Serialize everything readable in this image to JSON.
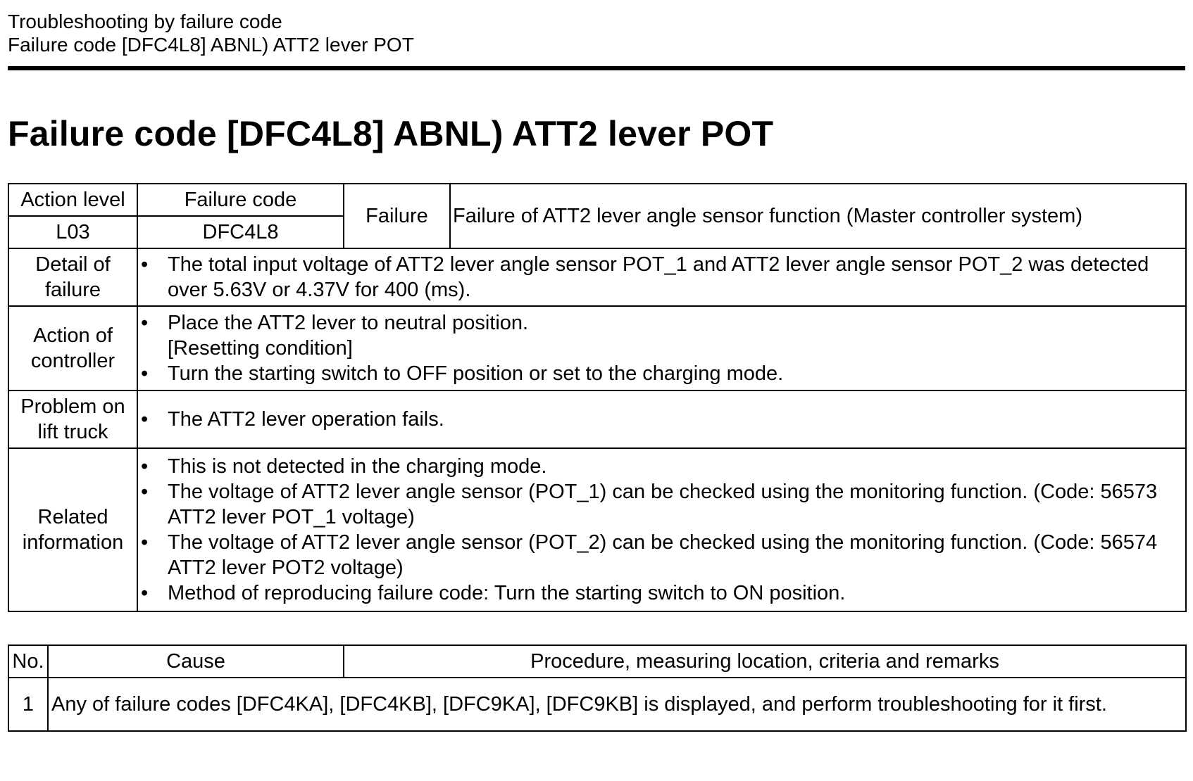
{
  "header": {
    "section": "Troubleshooting by failure code",
    "subsection": "Failure code [DFC4L8] ABNL) ATT2 lever POT"
  },
  "title": "Failure code [DFC4L8] ABNL) ATT2 lever POT",
  "info": {
    "action_level_label": "Action level",
    "action_level_value": "L03",
    "failure_code_label": "Failure code",
    "failure_code_value": "DFC4L8",
    "failure_label": "Failure",
    "failure_value": "Failure of ATT2 lever angle sensor function (Master controller system)",
    "rows": [
      {
        "label": "Detail of failure",
        "items": [
          {
            "type": "bullet",
            "text": "The total input voltage of ATT2 lever angle sensor POT_1 and ATT2 lever angle sensor POT_2 was detected over 5.63V or 4.37V for 400 (ms)."
          }
        ]
      },
      {
        "label": "Action of controller",
        "items": [
          {
            "type": "bullet",
            "text": "Place the ATT2 lever to neutral position."
          },
          {
            "type": "plain",
            "text": "[Resetting condition]"
          },
          {
            "type": "bullet",
            "text": "Turn the starting switch to OFF position or set to the charging mode."
          }
        ]
      },
      {
        "label": "Problem on lift truck",
        "items": [
          {
            "type": "bullet",
            "text": "The ATT2 lever operation fails."
          }
        ]
      },
      {
        "label": "Related information",
        "items": [
          {
            "type": "bullet",
            "text": "This is not detected in the charging mode."
          },
          {
            "type": "bullet",
            "text": "The voltage of ATT2 lever angle sensor (POT_1) can be checked using the monitoring function. (Code: 56573 ATT2 lever POT_1 voltage)"
          },
          {
            "type": "bullet",
            "text": "The voltage of ATT2 lever angle sensor (POT_2) can be checked using the monitoring function. (Code: 56574 ATT2 lever POT2 voltage)"
          },
          {
            "type": "bullet",
            "text": "Method of reproducing failure code: Turn the starting switch to ON position."
          }
        ]
      }
    ]
  },
  "cause_table": {
    "headers": [
      "No.",
      "Cause",
      "Procedure, measuring location, criteria and remarks"
    ],
    "rows": [
      {
        "no": "1",
        "text": "Any of failure codes [DFC4KA], [DFC4KB], [DFC9KA], [DFC9KB] is displayed, and perform troubleshooting for it first."
      }
    ]
  },
  "bullet_char": "•"
}
